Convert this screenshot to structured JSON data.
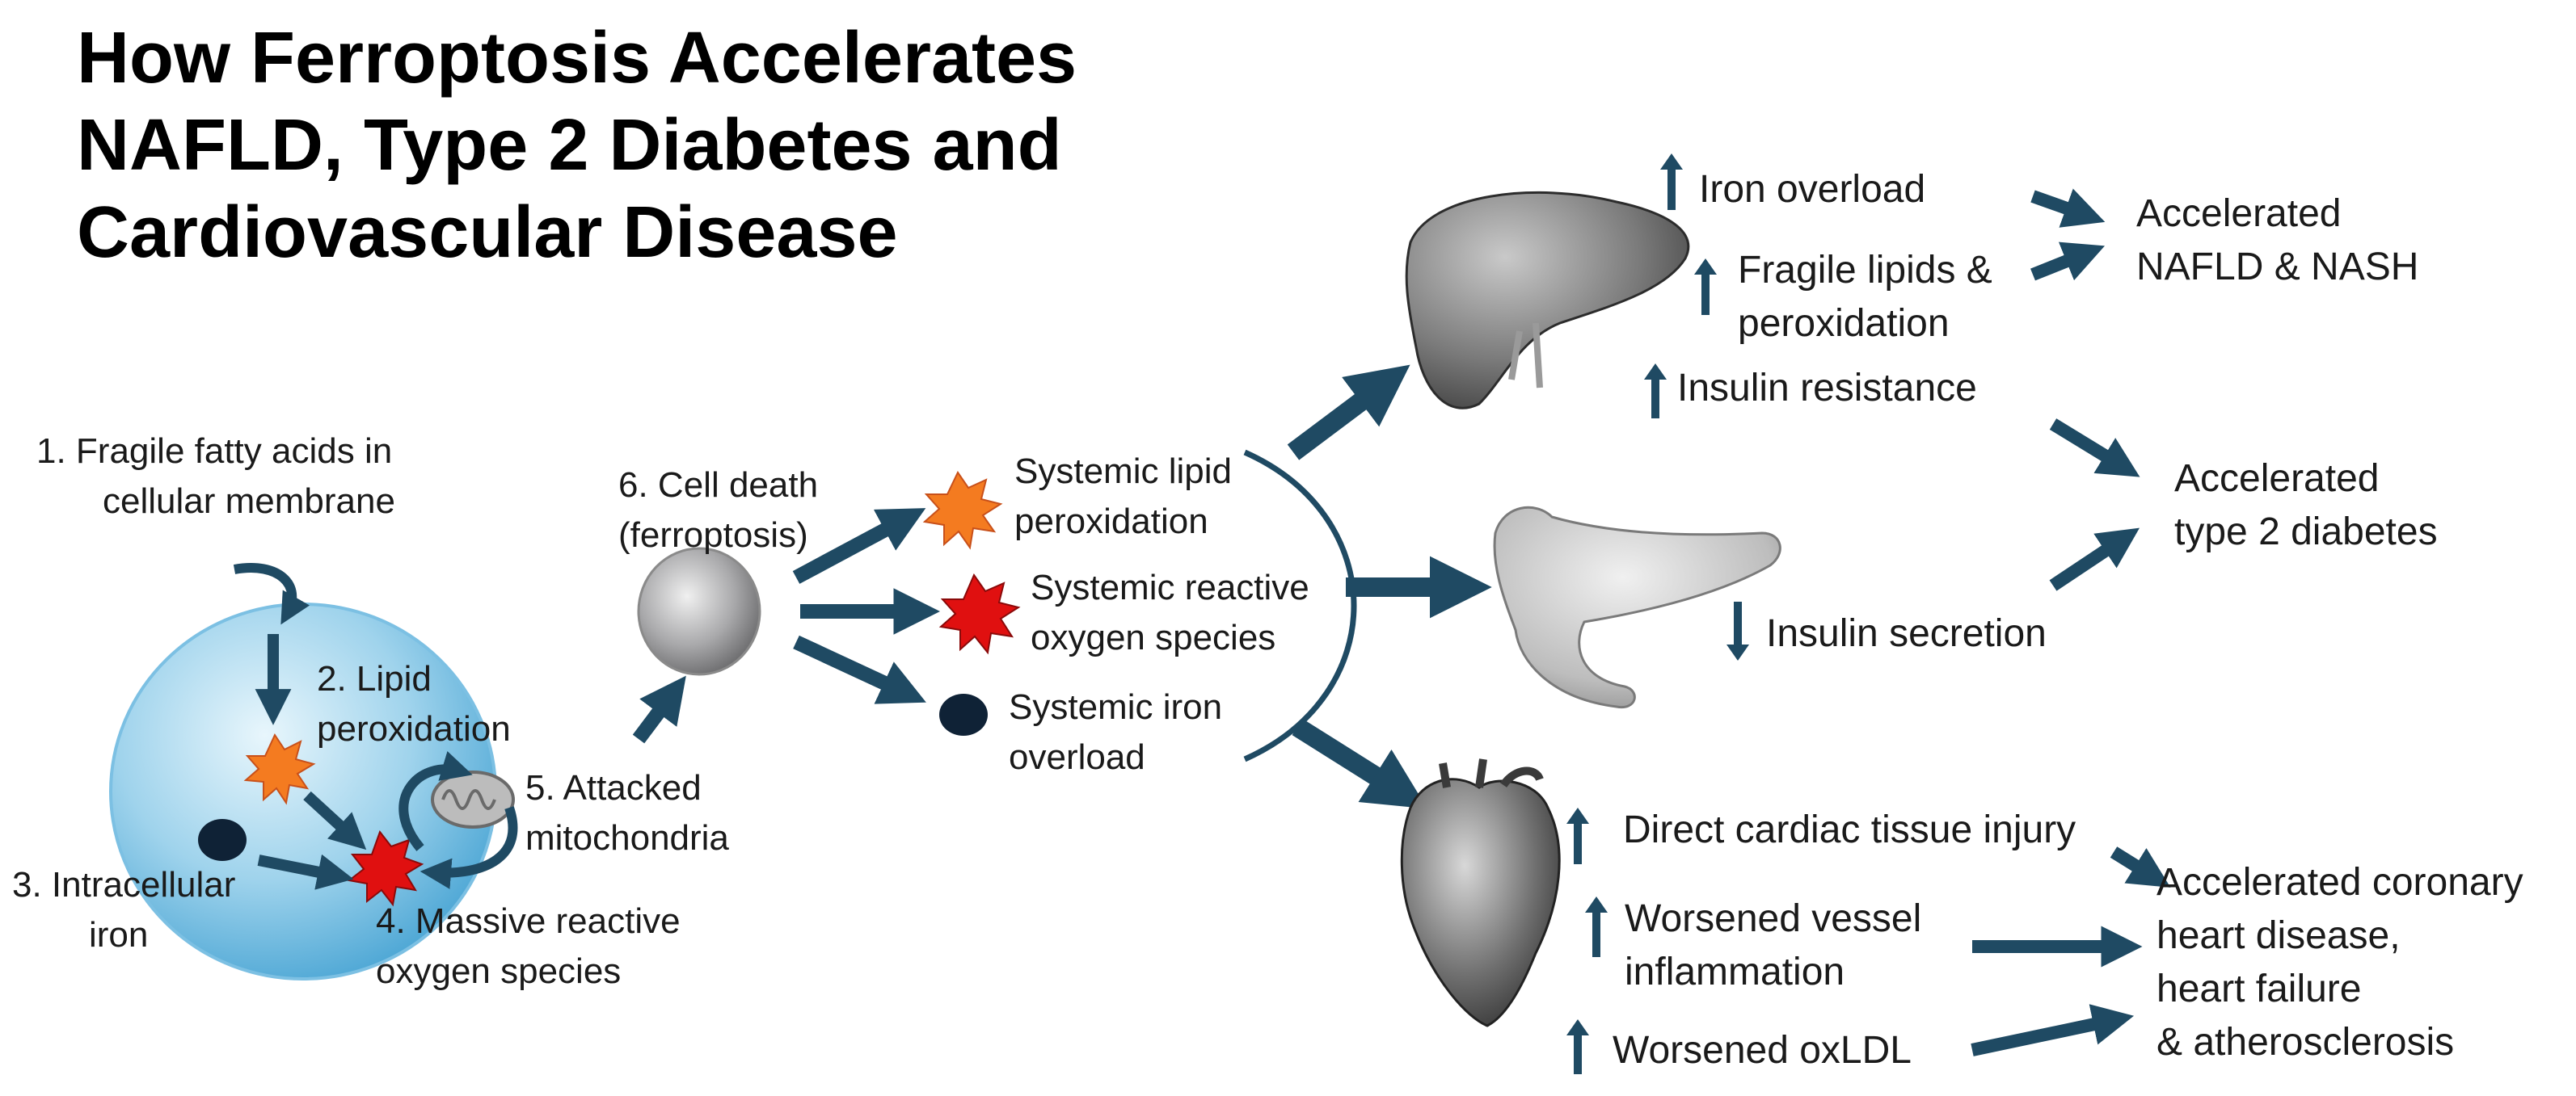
{
  "title_lines": [
    "How Ferroptosis Accelerates",
    "NAFLD, Type 2 Diabetes and",
    "Cardiovascular Disease"
  ],
  "cell": {
    "step1_lines": [
      "1.   Fragile fatty acids in",
      "cellular membrane"
    ],
    "step2_lines": [
      "2. Lipid",
      "peroxidation"
    ],
    "step3_lines": [
      "3. Intracellular",
      "iron"
    ],
    "step4_lines": [
      "4. Massive reactive",
      "oxygen species"
    ],
    "step5_lines": [
      "5. Attacked",
      "mitochondria"
    ],
    "step6_lines": [
      "6. Cell death",
      "(ferroptosis)"
    ]
  },
  "systemic": {
    "lipid_lines": [
      "Systemic lipid",
      "peroxidation"
    ],
    "ros_lines": [
      "Systemic reactive",
      "oxygen species"
    ],
    "iron_lines": [
      "Systemic iron",
      "overload"
    ]
  },
  "liver": {
    "iron_overload": "Iron overload",
    "fragile_lines": [
      "Fragile lipids &",
      "peroxidation"
    ],
    "insulin_resistance": "Insulin resistance",
    "outcome_lines": [
      "Accelerated",
      "NAFLD & NASH"
    ]
  },
  "pancreas": {
    "insulin_secretion": "Insulin secretion",
    "outcome_lines": [
      "Accelerated",
      "type 2 diabetes"
    ]
  },
  "heart": {
    "injury": "Direct cardiac tissue injury",
    "inflammation_lines": [
      "Worsened vessel",
      "inflammation"
    ],
    "oxldl": "Worsened oxLDL",
    "outcome_lines": [
      "Accelerated coronary",
      "heart disease,",
      "heart failure",
      "& atherosclerosis"
    ]
  },
  "colors": {
    "arrow": "#1f4a63",
    "title": "#000000",
    "lipid_burst": "#f47b20",
    "ros_burst": "#e01010",
    "iron_dot": "#0f2236"
  },
  "icons": [
    "cell-icon",
    "lipid-burst-icon",
    "ros-burst-icon",
    "iron-dot-icon",
    "mitochondria-icon",
    "liver-icon",
    "pancreas-icon",
    "heart-icon",
    "up-arrow-icon",
    "down-arrow-icon"
  ]
}
